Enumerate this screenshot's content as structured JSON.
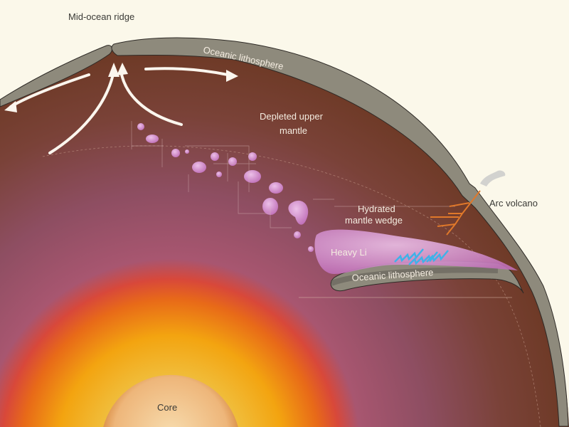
{
  "labels": {
    "mid_ocean_ridge": "Mid-ocean ridge",
    "oceanic_lithosphere_top": "Oceanic lithosphere",
    "depleted_upper_mantle_1": "Depleted upper",
    "depleted_upper_mantle_2": "mantle",
    "arc_volcano": "Arc volcano",
    "hydrated_wedge_1": "Hydrated",
    "hydrated_wedge_2": "mantle wedge",
    "heavy_li": "Heavy Li",
    "oceanic_lithosphere_slab": "Oceanic lithosphere",
    "core": "Core"
  },
  "colors": {
    "background": "#fbf8ea",
    "lithosphere": "#8e8a7c",
    "mantle_brown": "#6b3822",
    "blob_purple": "#c77fc0",
    "fluid_blue": "#3fb2e8",
    "magma_orange": "#e0782a"
  }
}
